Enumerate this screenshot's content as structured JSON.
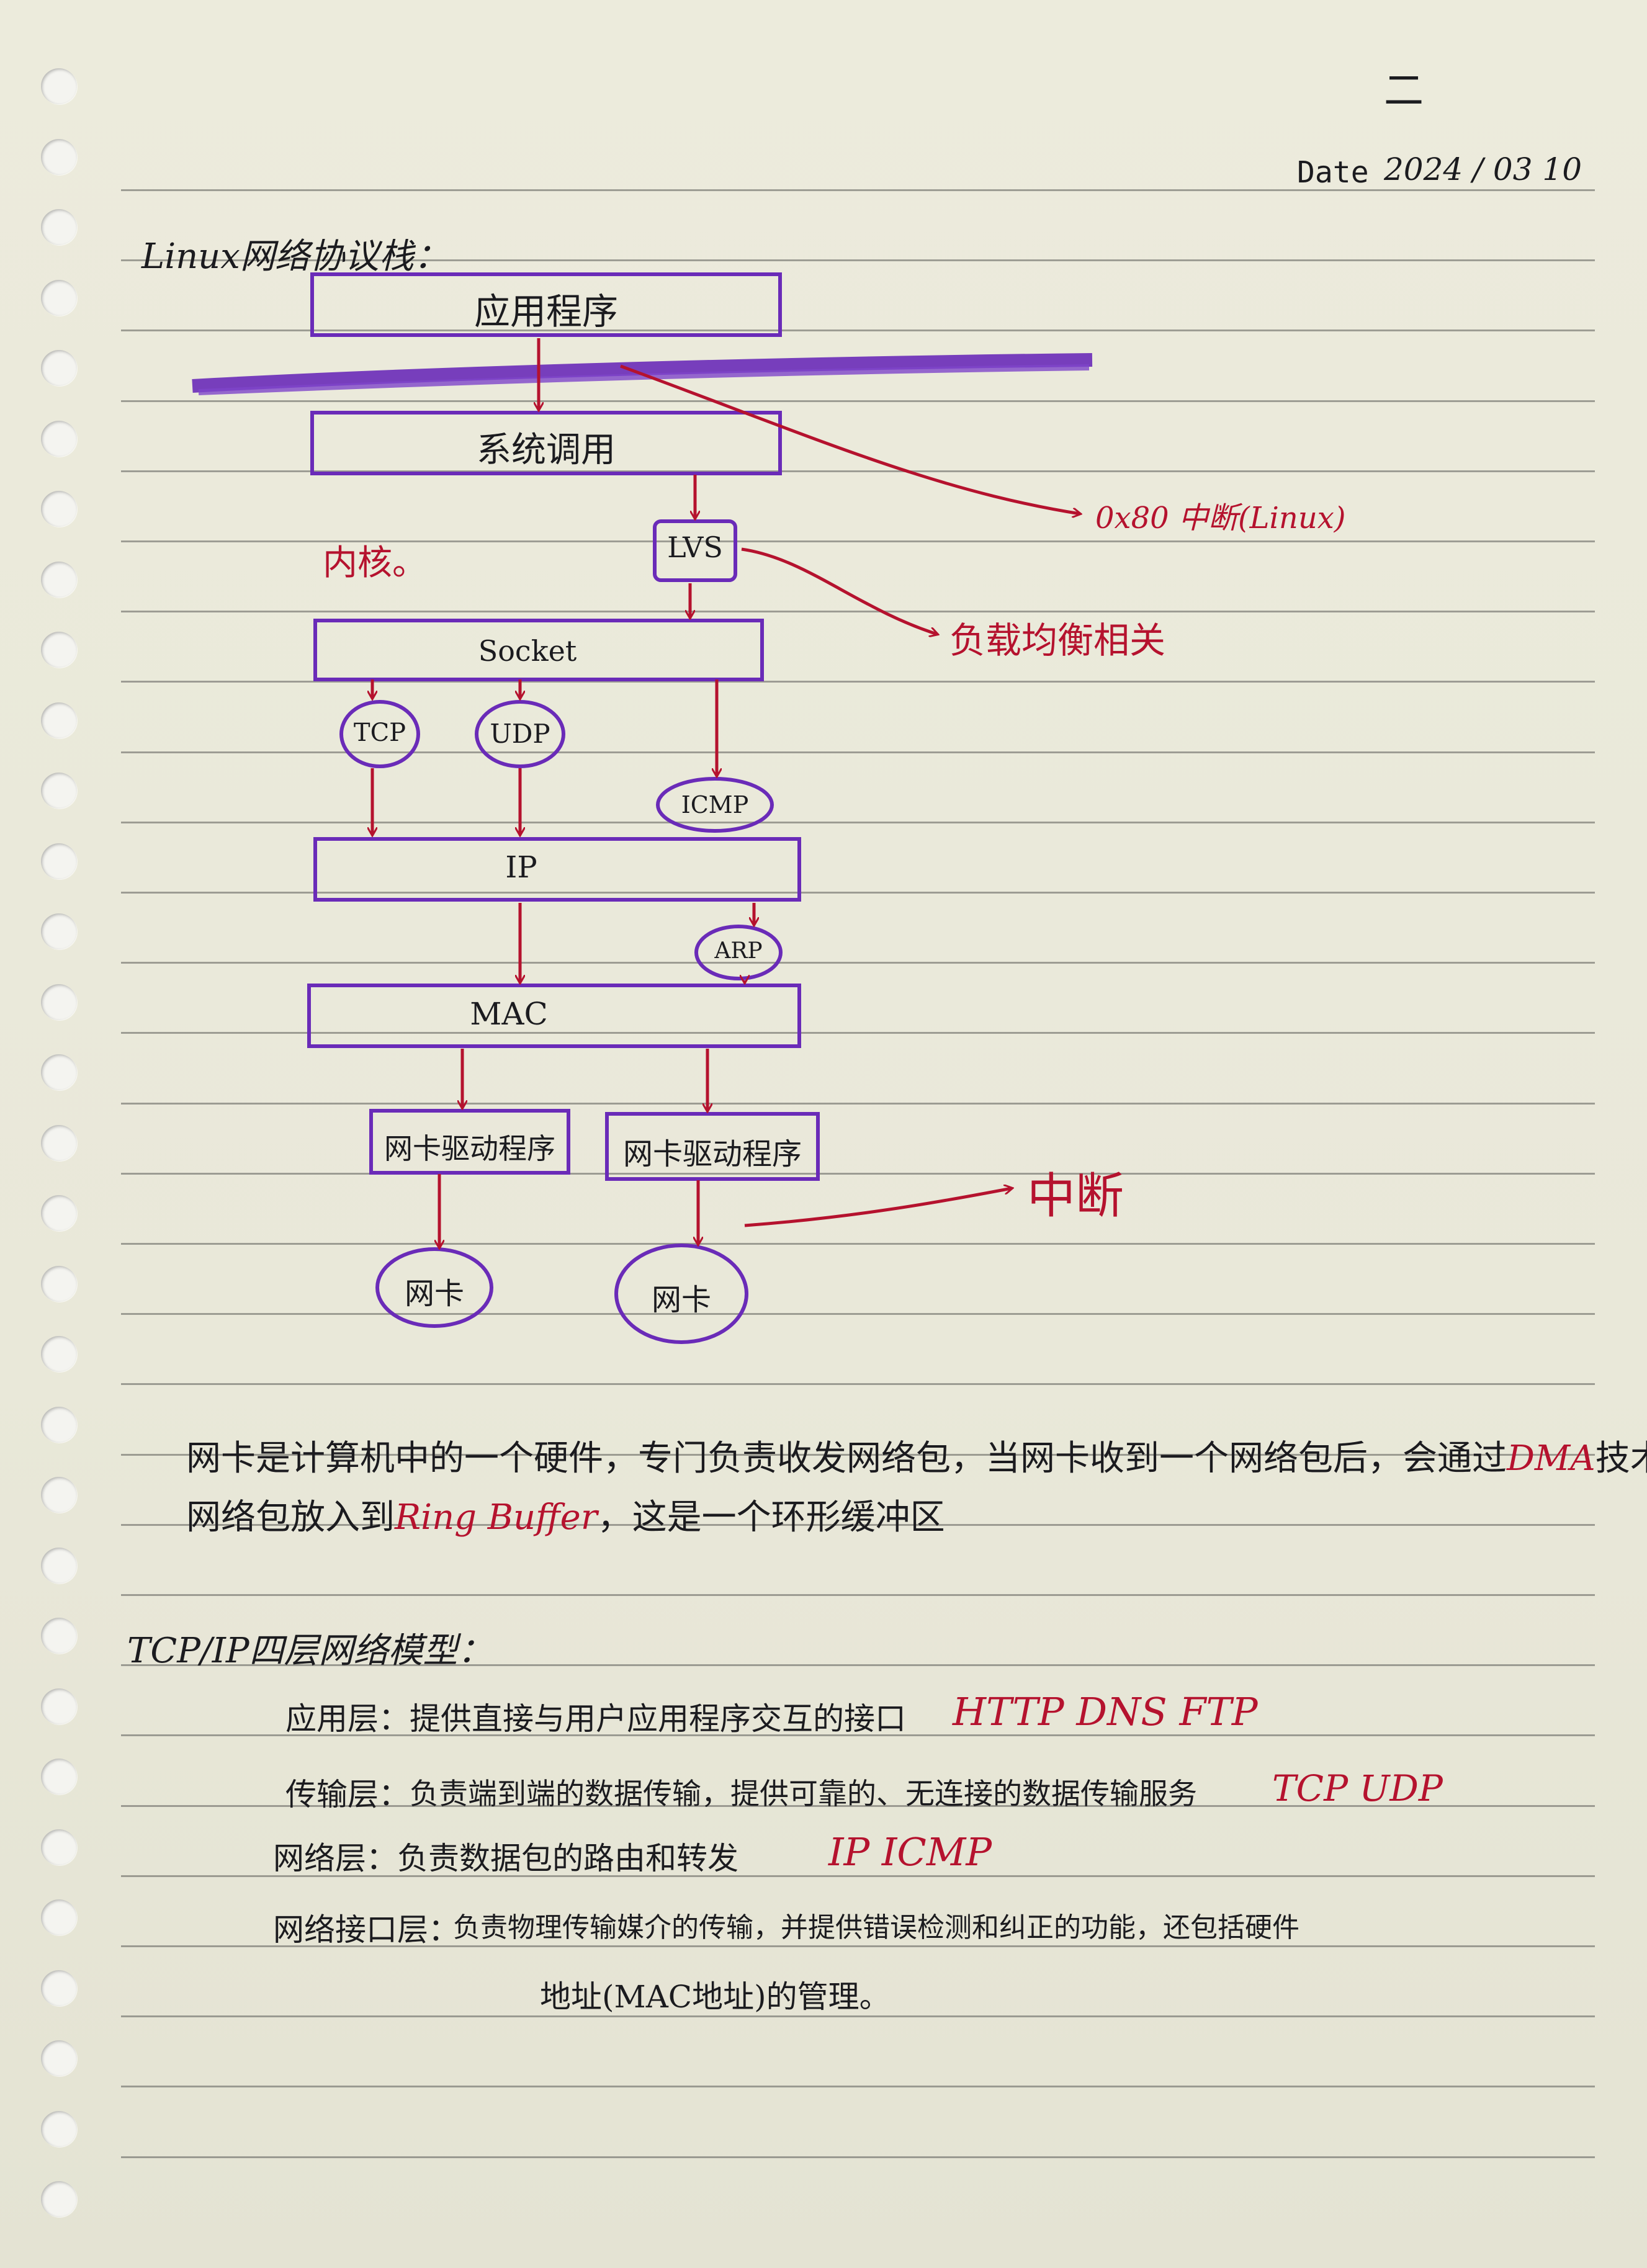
{
  "header": {
    "page_mark": "二",
    "date_label": "Date",
    "date_value": "2024 / 03   10"
  },
  "section1": {
    "title": "Linux网络协议栈：",
    "kernel_label": "内核。",
    "layers": {
      "app": "应用程序",
      "syscall": "系统调用",
      "lvs": "LVS",
      "socket": "Socket",
      "tcp": "TCP",
      "udp": "UDP",
      "icmp": "ICMP",
      "ip": "IP",
      "arp": "ARP",
      "mac": "MAC",
      "driver1": "网卡驱动程序",
      "driver2": "网卡驱动程序",
      "nic1": "网卡",
      "nic2": "网卡"
    },
    "annotations": {
      "interrupt_0x80": "0x80 中断(Linux)",
      "load_balance": "负载均衡相关",
      "interrupt": "中断"
    }
  },
  "paragraph": {
    "line1_a": "网卡是计算机中的一个硬件，专门负责收发网络包，当网卡收到一个网络包后，会通过",
    "line1_dma": "DMA",
    "line1_b": "技术，将",
    "line2_a": "网络包放入到",
    "line2_rb": "Ring Buffer",
    "line2_b": "，这是一个环形缓冲区"
  },
  "section2": {
    "title": "TCP/IP四层网络模型：",
    "rows": [
      {
        "label": "应用层：",
        "desc": "提供直接与用户应用程序交互的接口",
        "protocols": "HTTP  DNS  FTP"
      },
      {
        "label": "传输层：",
        "desc": "负责端到端的数据传输，提供可靠的、无连接的数据传输服务",
        "protocols": "TCP UDP"
      },
      {
        "label": "网络层：",
        "desc": "负责数据包的路由和转发",
        "protocols": "IP  ICMP"
      },
      {
        "label": "网络接口层：",
        "desc": "负责物理传输媒介的传输，并提供错误检测和纠正的功能，还包括硬件",
        "protocols": ""
      }
    ],
    "continuation": "地址(MAC地址)的管理。"
  },
  "colors": {
    "purple": "#6a2bb8",
    "red": "#b5122e",
    "ink": "#1b1b1f",
    "paper": "#ecebdc"
  }
}
